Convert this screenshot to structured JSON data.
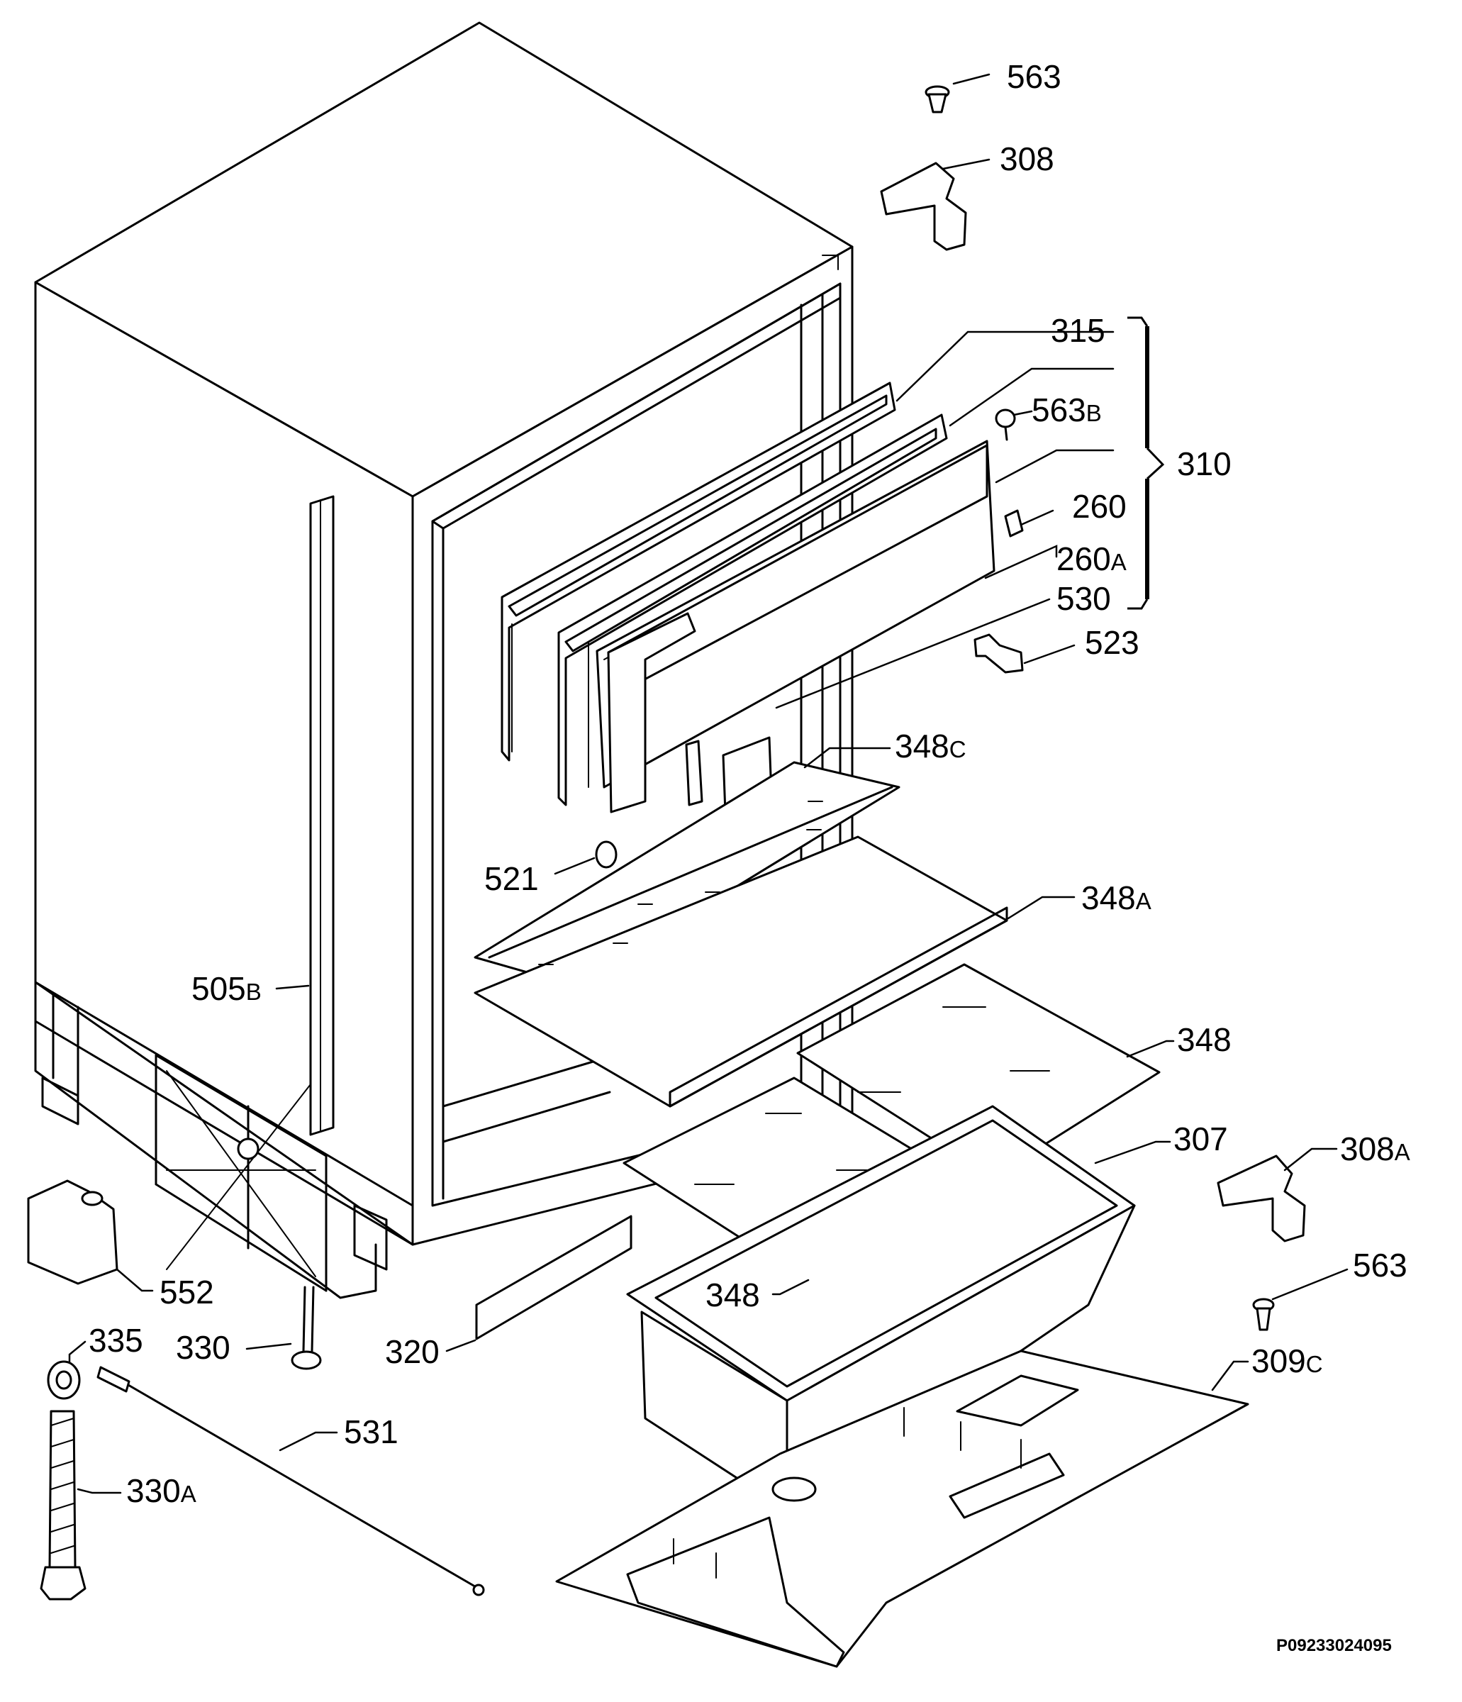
{
  "labels": [
    {
      "id": "563-top",
      "main": "563",
      "sub": ""
    },
    {
      "id": "308",
      "main": "308",
      "sub": ""
    },
    {
      "id": "315",
      "main": "315",
      "sub": ""
    },
    {
      "id": "563b",
      "main": "563",
      "sub": "B"
    },
    {
      "id": "310",
      "main": "310",
      "sub": ""
    },
    {
      "id": "260",
      "main": "260",
      "sub": ""
    },
    {
      "id": "260a",
      "main": "260",
      "sub": "A"
    },
    {
      "id": "530",
      "main": "530",
      "sub": ""
    },
    {
      "id": "523",
      "main": "523",
      "sub": ""
    },
    {
      "id": "348c",
      "main": "348",
      "sub": "C"
    },
    {
      "id": "521",
      "main": "521",
      "sub": ""
    },
    {
      "id": "348a",
      "main": "348",
      "sub": "A"
    },
    {
      "id": "505b",
      "main": "505",
      "sub": "B"
    },
    {
      "id": "348-right",
      "main": "348",
      "sub": ""
    },
    {
      "id": "307",
      "main": "307",
      "sub": ""
    },
    {
      "id": "308a",
      "main": "308",
      "sub": "A"
    },
    {
      "id": "552",
      "main": "552",
      "sub": ""
    },
    {
      "id": "563-bottom",
      "main": "563",
      "sub": ""
    },
    {
      "id": "348-front",
      "main": "348",
      "sub": ""
    },
    {
      "id": "335",
      "main": "335",
      "sub": ""
    },
    {
      "id": "330",
      "main": "330",
      "sub": ""
    },
    {
      "id": "320",
      "main": "320",
      "sub": ""
    },
    {
      "id": "309c",
      "main": "309",
      "sub": "C"
    },
    {
      "id": "531",
      "main": "531",
      "sub": ""
    },
    {
      "id": "330a",
      "main": "330",
      "sub": "A"
    }
  ],
  "drawing_code": "P09233024095"
}
